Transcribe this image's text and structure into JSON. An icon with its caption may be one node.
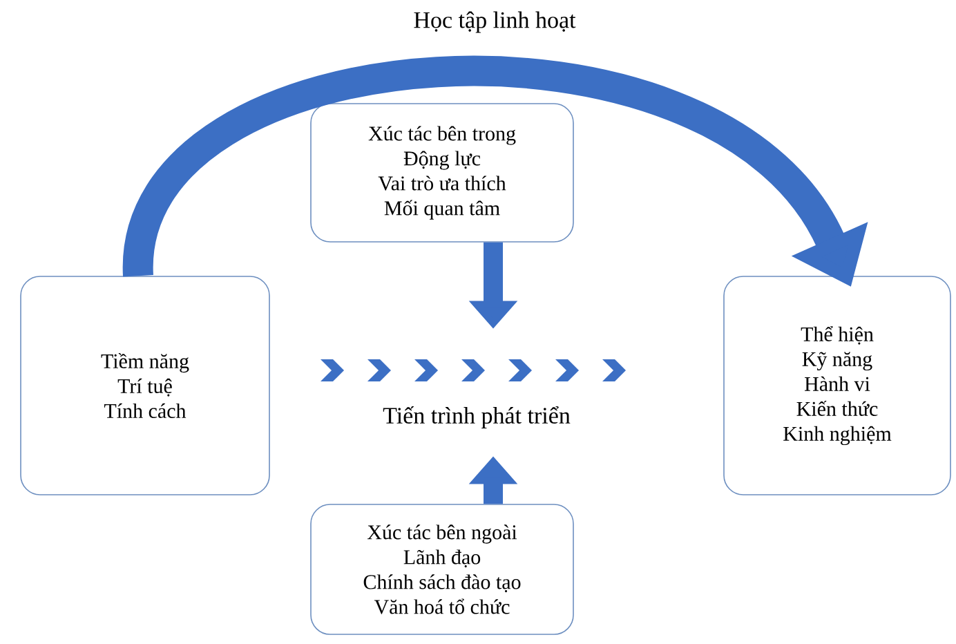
{
  "diagram": {
    "nodes": [
      {
        "text": [
          "Tiềm năng",
          "Trí tuệ",
          "Tính cách"
        ]
      },
      {
        "text": [
          "Xúc tác bên trong",
          "Động lực",
          "Vai trò ưa thích",
          "Mối quan tâm"
        ]
      },
      {
        "text": [
          "Xúc tác bên ngoài",
          "Lãnh đạo",
          "Chính sách đào tạo",
          "Văn hoá tổ chức"
        ]
      },
      {
        "text": [
          "Thể hiện",
          "Kỹ năng",
          "Hành vi",
          "Kiến thức",
          "Kinh nghiệm"
        ]
      },
      {
        "text": [
          "Tiến trình phát triển"
        ]
      }
    ],
    "edges": [
      {
        "from": 0,
        "to": 3,
        "arrow": "to",
        "label": "Học tập linh hoạt"
      },
      {
        "from": 1,
        "to": 4,
        "arrow": "to"
      },
      {
        "from": 2,
        "to": 4,
        "arrow": "to"
      }
    ]
  }
}
